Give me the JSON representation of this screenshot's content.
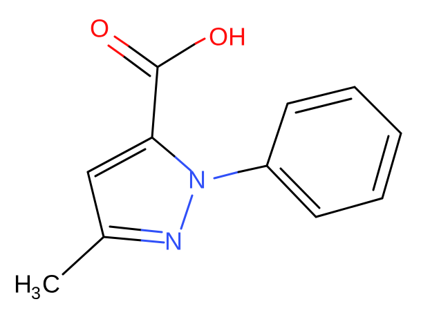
{
  "molecule": {
    "atoms": {
      "carbonyl_o": "O",
      "hydroxyl": "OH",
      "n1": "N",
      "n2": "N",
      "methyl_h": "H",
      "methyl_sub": "3",
      "methyl_c": "C"
    },
    "colors": {
      "oxygen": "#ff0d0d",
      "nitrogen": "#3050f8",
      "carbon": "#000000"
    }
  }
}
